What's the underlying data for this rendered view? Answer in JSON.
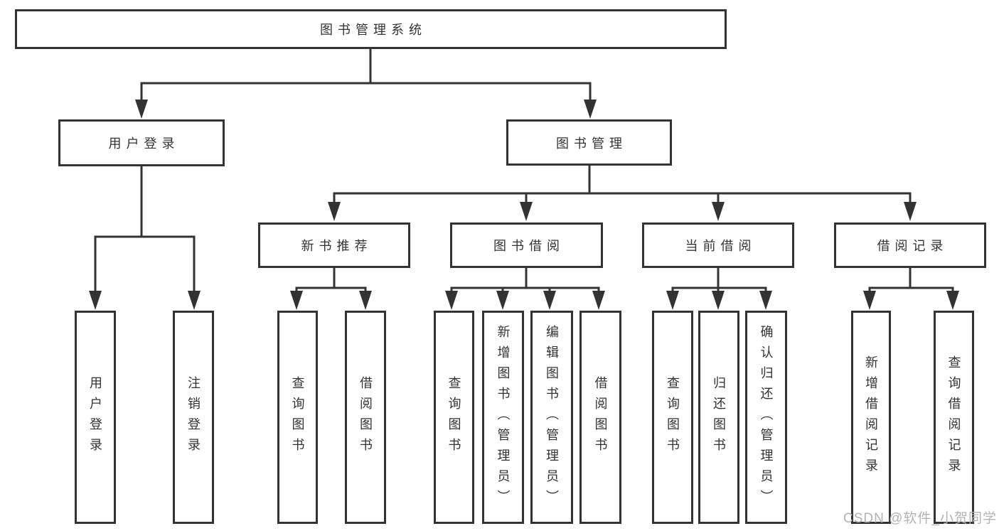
{
  "colors": {
    "line": "#333333",
    "text": "#333333",
    "background": "#ffffff",
    "watermark_text": "#b3b3b3"
  },
  "watermark": "CSDN @软件_小贺同学",
  "tree": {
    "root": "图书管理系统",
    "user_login": {
      "label": "用户登录",
      "children": [
        "用户登录",
        "注销登录"
      ]
    },
    "book_mgmt": {
      "label": "图书管理"
    },
    "new_books": {
      "label": "新书推荐",
      "children": [
        "查询图书",
        "借阅图书"
      ]
    },
    "borrow": {
      "label": "图书借阅",
      "children": [
        "查询图书",
        "新增图书（管理员）",
        "编辑图书（管理员）",
        "借阅图书"
      ]
    },
    "current": {
      "label": "当前借阅",
      "children": [
        "查询图书",
        "归还图书",
        "确认归还（管理员）"
      ]
    },
    "records": {
      "label": "借阅记录",
      "children": [
        "新增借阅记录",
        "查询借阅记录"
      ]
    }
  }
}
